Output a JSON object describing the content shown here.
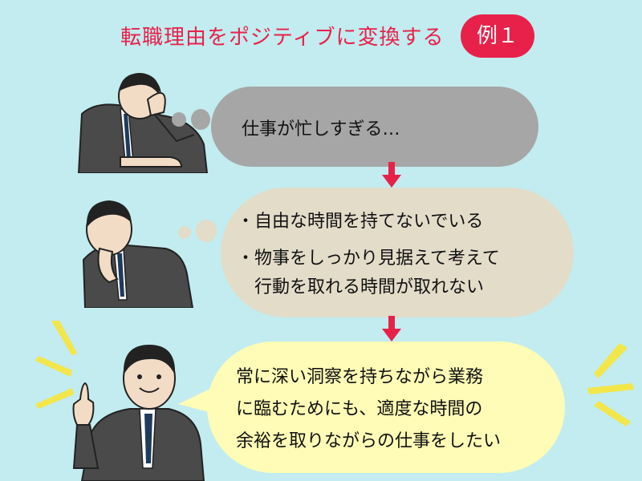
{
  "header": {
    "title": "転職理由をポジティブに変換する",
    "badge": "例１"
  },
  "thoughts": {
    "negative": "仕事が忙しすぎる…",
    "analysis": [
      "・自由な時間を持てないでいる",
      "・物事をしっかり見据えて考えて",
      "行動を取れる時間が取れない"
    ],
    "positive": [
      "常に深い洞察を持ちながら業務",
      "に臨むためにも、適度な時間の",
      "余裕を取りながらの仕事をしたい"
    ]
  },
  "colors": {
    "background": "#c2ecef",
    "accent_red": "#e8214a",
    "bubble_gray": "#a6a6a6",
    "bubble_beige": "#e2dcc9",
    "bubble_yellow": "#fefcb6",
    "emphasis_rays": "#f2e64a"
  },
  "icons": [
    "down-arrow-icon",
    "thought-dots-icon",
    "stressed-man-figure",
    "thinking-man-figure",
    "pointing-man-figure",
    "emphasis-rays-icon"
  ]
}
